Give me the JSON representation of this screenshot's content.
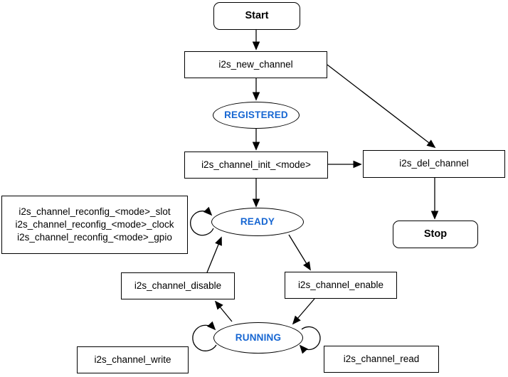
{
  "colors": {
    "accent_state_text": "#1666d2",
    "line": "#000000",
    "node_fill": "#ffffff",
    "node_border": "#000000"
  },
  "nodes": {
    "start": {
      "label": "Start"
    },
    "new_channel": {
      "label": "i2s_new_channel"
    },
    "registered": {
      "label": "REGISTERED"
    },
    "init": {
      "label": "i2s_channel_init_<mode>"
    },
    "del_channel": {
      "label": "i2s_del_channel"
    },
    "stop": {
      "label": "Stop"
    },
    "reconfig": {
      "lines": [
        "i2s_channel_reconfig_<mode>_slot",
        "i2s_channel_reconfig_<mode>_clock",
        "i2s_channel_reconfig_<mode>_gpio"
      ]
    },
    "ready": {
      "label": "READY"
    },
    "disable": {
      "label": "i2s_channel_disable"
    },
    "enable": {
      "label": "i2s_channel_enable"
    },
    "running": {
      "label": "RUNNING"
    },
    "write": {
      "label": "i2s_channel_write"
    },
    "read": {
      "label": "i2s_channel_read"
    }
  }
}
